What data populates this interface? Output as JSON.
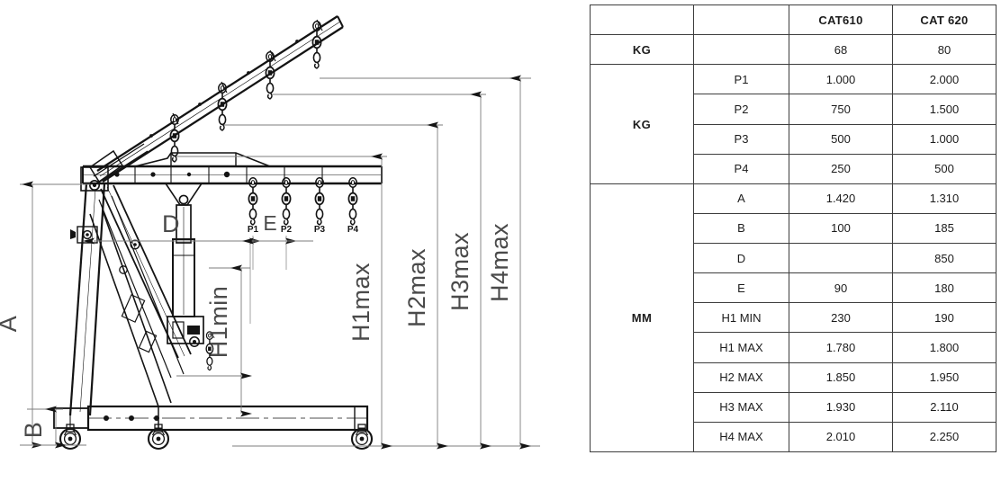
{
  "drawing": {
    "title": "shop-crane-side-elevation",
    "dimension_labels": {
      "a": "A",
      "b": "B",
      "d": "D",
      "e": "E",
      "h1min": "H1min",
      "h1max": "H1max",
      "h2max": "H2max",
      "h3max": "H3max",
      "h4max": "H4max"
    },
    "hook_positions": [
      {
        "id": "p1",
        "label": "P1"
      },
      {
        "id": "p2",
        "label": "P2"
      },
      {
        "id": "p3",
        "label": "P3"
      },
      {
        "id": "p4",
        "label": "P4"
      }
    ]
  },
  "table": {
    "columns": {
      "group": "",
      "parameter": "",
      "model_1": "CAT610",
      "model_2": "CAT 620"
    },
    "groups": [
      {
        "name": "weight",
        "label": "KG",
        "rows": [
          {
            "param": "",
            "cat610": "68",
            "cat620": "80"
          }
        ]
      },
      {
        "name": "capacity",
        "label": "KG",
        "rows": [
          {
            "param": "P1",
            "cat610": "1.000",
            "cat620": "2.000"
          },
          {
            "param": "P2",
            "cat610": "750",
            "cat620": "1.500"
          },
          {
            "param": "P3",
            "cat610": "500",
            "cat620": "1.000"
          },
          {
            "param": "P4",
            "cat610": "250",
            "cat620": "500"
          }
        ]
      },
      {
        "name": "dimensions",
        "label": "MM",
        "rows": [
          {
            "param": "A",
            "cat610": "1.420",
            "cat620": "1.310"
          },
          {
            "param": "B",
            "cat610": "100",
            "cat620": "185"
          },
          {
            "param": "D",
            "cat610": "",
            "cat620": "850"
          },
          {
            "param": "E",
            "cat610": "90",
            "cat620": "180"
          },
          {
            "param": "H1 MIN",
            "cat610": "230",
            "cat620": "190"
          },
          {
            "param": "H1 MAX",
            "cat610": "1.780",
            "cat620": "1.800"
          },
          {
            "param": "H2 MAX",
            "cat610": "1.850",
            "cat620": "1.950"
          },
          {
            "param": "H3 MAX",
            "cat610": "1.930",
            "cat620": "2.110"
          },
          {
            "param": "H4 MAX",
            "cat610": "2.010",
            "cat620": "2.250"
          }
        ]
      }
    ]
  },
  "colors": {
    "line": "#141414",
    "dimension_line": "#7d7d7d",
    "dimension_text": "#4a4a4a",
    "table_border": "#3d3d3d",
    "table_border_heavy": "#111111",
    "background": "#ffffff"
  }
}
